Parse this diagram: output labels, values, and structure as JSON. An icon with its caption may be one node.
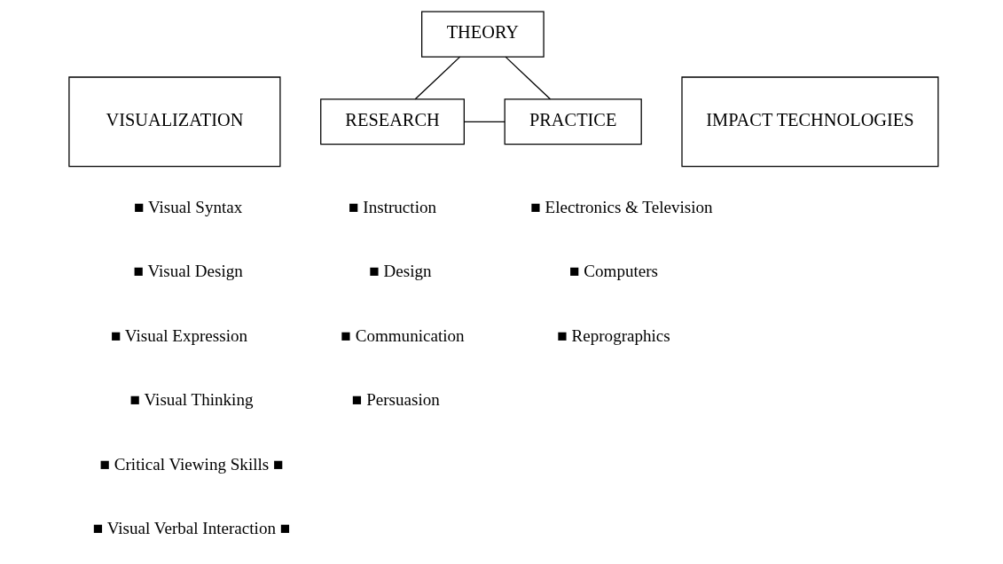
{
  "diagram": {
    "nodes": [
      {
        "text": [
          "VISUALIZATION"
        ]
      },
      {
        "text": [
          "THEORY"
        ]
      },
      {
        "text": [
          "RESEARCH"
        ]
      },
      {
        "text": [
          "PRACTICE"
        ]
      },
      {
        "text": [
          "IMPACT TECHNOLOGIES"
        ]
      }
    ],
    "edges": [
      {
        "from": 1,
        "to": 2,
        "arrow": "none"
      },
      {
        "from": 1,
        "to": 3,
        "arrow": "none"
      },
      {
        "from": 2,
        "to": 3,
        "arrow": "none"
      }
    ],
    "labels": [
      "■ Visual Syntax",
      "■ Instruction",
      "■ Electronics & Television",
      "■ Visual Design",
      "■ Design",
      "■ Computers",
      "■ Visual Expression",
      "■ Communication",
      "■ Reprographics",
      "■ Visual Thinking",
      "■ Persuasion",
      "■ Critical Viewing Skills ■",
      "■ Visual Verbal Interaction ■"
    ]
  }
}
